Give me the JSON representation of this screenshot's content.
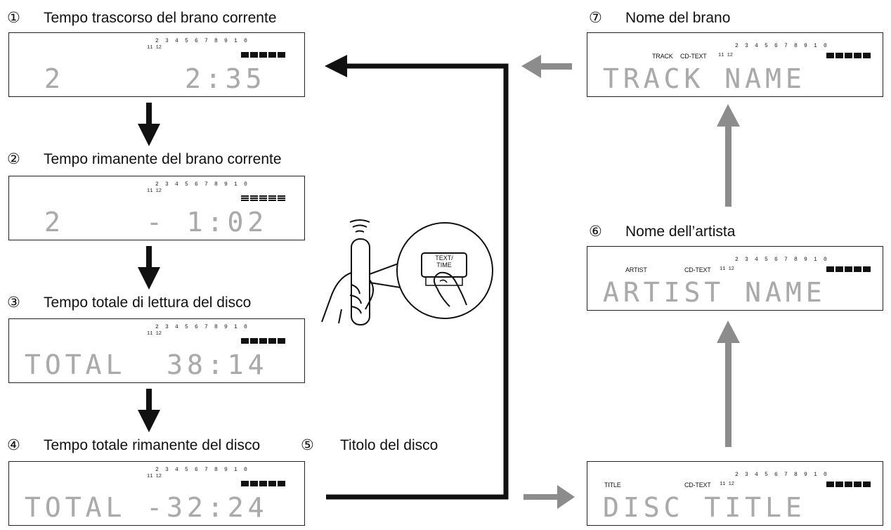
{
  "steps": [
    {
      "num": "①",
      "label": "Tempo trascorso del brano corrente"
    },
    {
      "num": "②",
      "label": "Tempo rimanente del brano corrente"
    },
    {
      "num": "③",
      "label": "Tempo totale di lettura del disco"
    },
    {
      "num": "④",
      "label": "Tempo totale rimanente del disco"
    },
    {
      "num": "⑤",
      "label": "Titolo del disco"
    },
    {
      "num": "⑥",
      "label": "Nome dell’artista"
    },
    {
      "num": "⑦",
      "label": "Nome del brano"
    }
  ],
  "segments_row": "2 3 4 5 6 7 8 9 1 0",
  "segments_sub": "11 12",
  "displays": {
    "d1": {
      "left": "2",
      "right": "2:35"
    },
    "d2": {
      "left": "2",
      "right": "- 1:02"
    },
    "d3": {
      "text": "TOTAL  38:14"
    },
    "d4": {
      "text": "TOTAL -32:24"
    },
    "d5": {
      "indicator": "TITLE",
      "cdtext": "CD-TEXT",
      "text": "DISC TITLE"
    },
    "d6": {
      "indicator": "ARTIST",
      "cdtext": "CD-TEXT",
      "text": "ARTIST NAME"
    },
    "d7": {
      "indicator": "TRACK",
      "cdtext": "CD-TEXT",
      "text": "TRACK NAME"
    }
  },
  "remote": {
    "button_label": "TEXT/ TIME"
  },
  "colors": {
    "primary_arrow": "#111111",
    "secondary_arrow": "#8c8c8c",
    "display_text": "#aaaaaa"
  }
}
